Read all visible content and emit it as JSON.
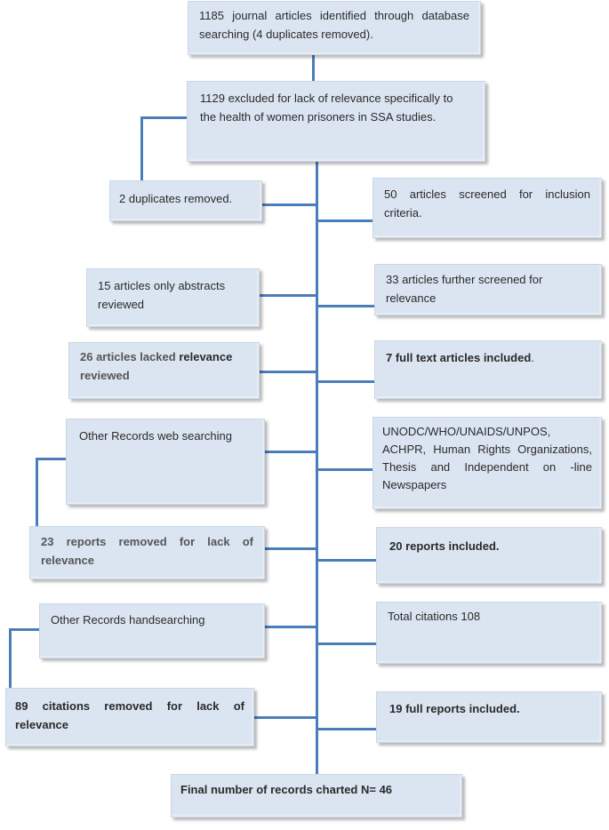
{
  "boxes": {
    "identified": "1185 journal articles identified through database searching (4 duplicates removed).",
    "excluded_relevance": "1129 excluded for lack of relevance specifically to the health of women prisoners in SSA studies.",
    "duplicates_removed": "2 duplicates removed.",
    "screened_inclusion": "50 articles screened for inclusion criteria.",
    "abstracts_only": "15 articles only abstracts reviewed",
    "further_screened": "33 articles further screened for relevance",
    "lacked_relevance_a": "26 articles lacked ",
    "lacked_relevance_b": "relevance",
    "lacked_relevance_c": " reviewed",
    "full_text_included_a": "7 full text articles included",
    "full_text_included_b": ".",
    "web_searching": "Other Records web searching",
    "organizations": "UNODC/WHO/UNAIDS/UNPOS, ACHPR, Human Rights Organizations, Thesis and Independent on -line Newspapers",
    "reports_removed": "23 reports removed for lack of relevance",
    "reports_included": "20 reports included.",
    "handsearching": "Other Records handsearching",
    "total_citations": "Total citations 108",
    "citations_removed": "89 citations removed for lack of relevance",
    "full_reports_included": "19 full reports included.",
    "final": "Final number of records charted N= 46"
  }
}
